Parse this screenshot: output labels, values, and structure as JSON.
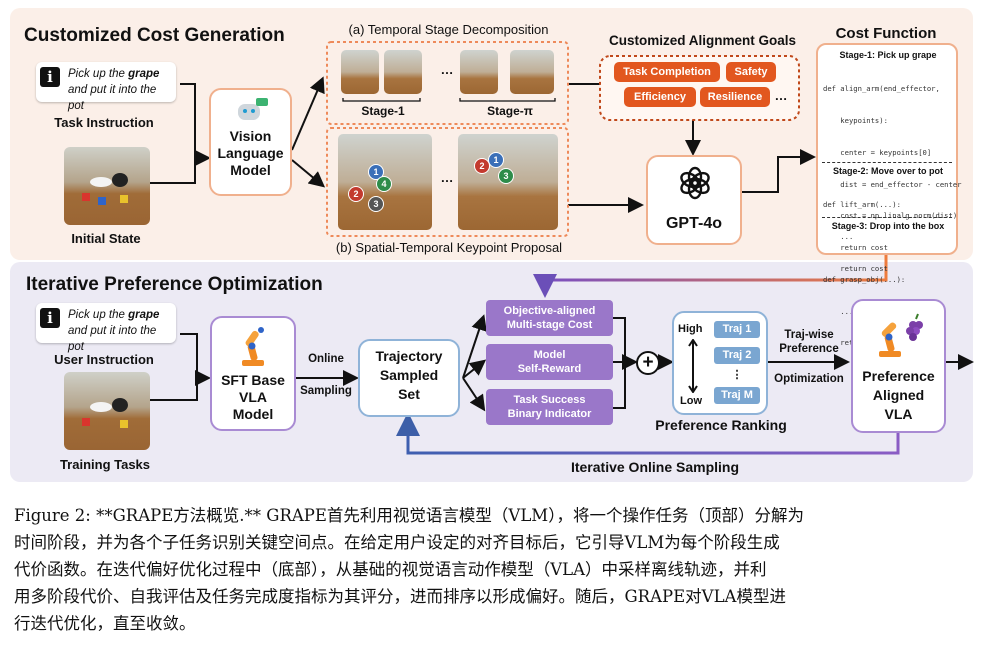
{
  "top": {
    "title": "Customized Cost Generation",
    "task_instruction": {
      "text_pre": "Pick up the ",
      "text_bold": "grape",
      "text_post": "and put it into the pot",
      "label": "Task Instruction"
    },
    "initial_state_label": "Initial State",
    "vlm_label": [
      "Vision",
      "Language",
      "Model"
    ],
    "temporal_title": "(a) Temporal Stage Decomposition",
    "stage_1": "Stage-1",
    "stage_n": "Stage-π",
    "ellipsis": "…",
    "spatial_title": "(b) Spatial-Temporal Keypoint Proposal",
    "alignment_title": "Customized Alignment Goals",
    "goals": [
      "Task Completion",
      "Safety",
      "Efficiency",
      "Resilience"
    ],
    "goals_more": "…",
    "gpt_label": "GPT-4o",
    "cost_function_title": "Cost Function",
    "code": {
      "stage1_header": "Stage-1: Pick up grape",
      "stage1_lines": [
        "def align_arm(end_effector,",
        "    keypoints):",
        "    center = keypoints[0]",
        "    dist = end_effector - center",
        "    cost = np.linalg.norm(dist)",
        "    return cost",
        "def grasp_obj(...):",
        "    ...",
        "    return cost"
      ],
      "stage2_header": "Stage-2: Move over to pot",
      "stage2_lines": [
        "def lift_arm(...):",
        "    ...",
        "    return cost"
      ],
      "stage3_header": "Stage-3: Drop into the box"
    },
    "keypoints": [
      "1",
      "2",
      "3",
      "4"
    ]
  },
  "bottom": {
    "title": "Iterative Preference Optimization",
    "user_instruction": {
      "text_pre": "Pick up the ",
      "text_bold": "grape",
      "text_post": "and put it into the pot",
      "label": "User Instruction"
    },
    "training_tasks_label": "Training Tasks",
    "sft_label": [
      "SFT Base",
      "VLA",
      "Model"
    ],
    "online_label": "Online",
    "sampling_label": "Sampling",
    "traj_set_label": [
      "Trajectory",
      "Sampled",
      "Set"
    ],
    "costs": [
      [
        "Objective-aligned",
        "Multi-stage Cost"
      ],
      [
        "Model",
        "Self-Reward"
      ],
      [
        "Task Success",
        "Binary Indicator"
      ]
    ],
    "plus": "+",
    "high": "High",
    "low": "Low",
    "trajs": [
      "Traj 1",
      "Traj 2",
      "Traj M"
    ],
    "traj_dots": "⋮",
    "ranking_label": "Preference Ranking",
    "trajwise": [
      "Traj-wise",
      "Preference"
    ],
    "optimization": "Optimization",
    "aligned_label": [
      "Preference",
      "Aligned",
      "VLA"
    ],
    "loop_label": "Iterative Online Sampling"
  },
  "caption": {
    "lines": [
      "Figure 2: **GRAPE方法概览.** GRAPE首先利用视觉语言模型（VLM），将一个操作任务（顶部）分解为",
      "时间阶段，并为各个子任务识别关键空间点。在给定用户设定的对齐目标后，它引导VLM为每个阶段生成",
      "代价函数。在迭代偏好优化过程中（底部），从基础的视觉语言动作模型（VLA）中采样离线轨迹，并利",
      "用多阶段代价、自我评估及任务完成度指标为其评分，进而排序以形成偏好。随后，GRAPE对VLA模型进",
      "行迭代优化，直至收敛。"
    ]
  },
  "colors": {
    "orange_accent": "#e2571f",
    "purple_accent": "#9a77c9",
    "blue_accent": "#7aa6d1",
    "top_bg": "#fbefe8",
    "bottom_bg": "#eceaf4"
  }
}
